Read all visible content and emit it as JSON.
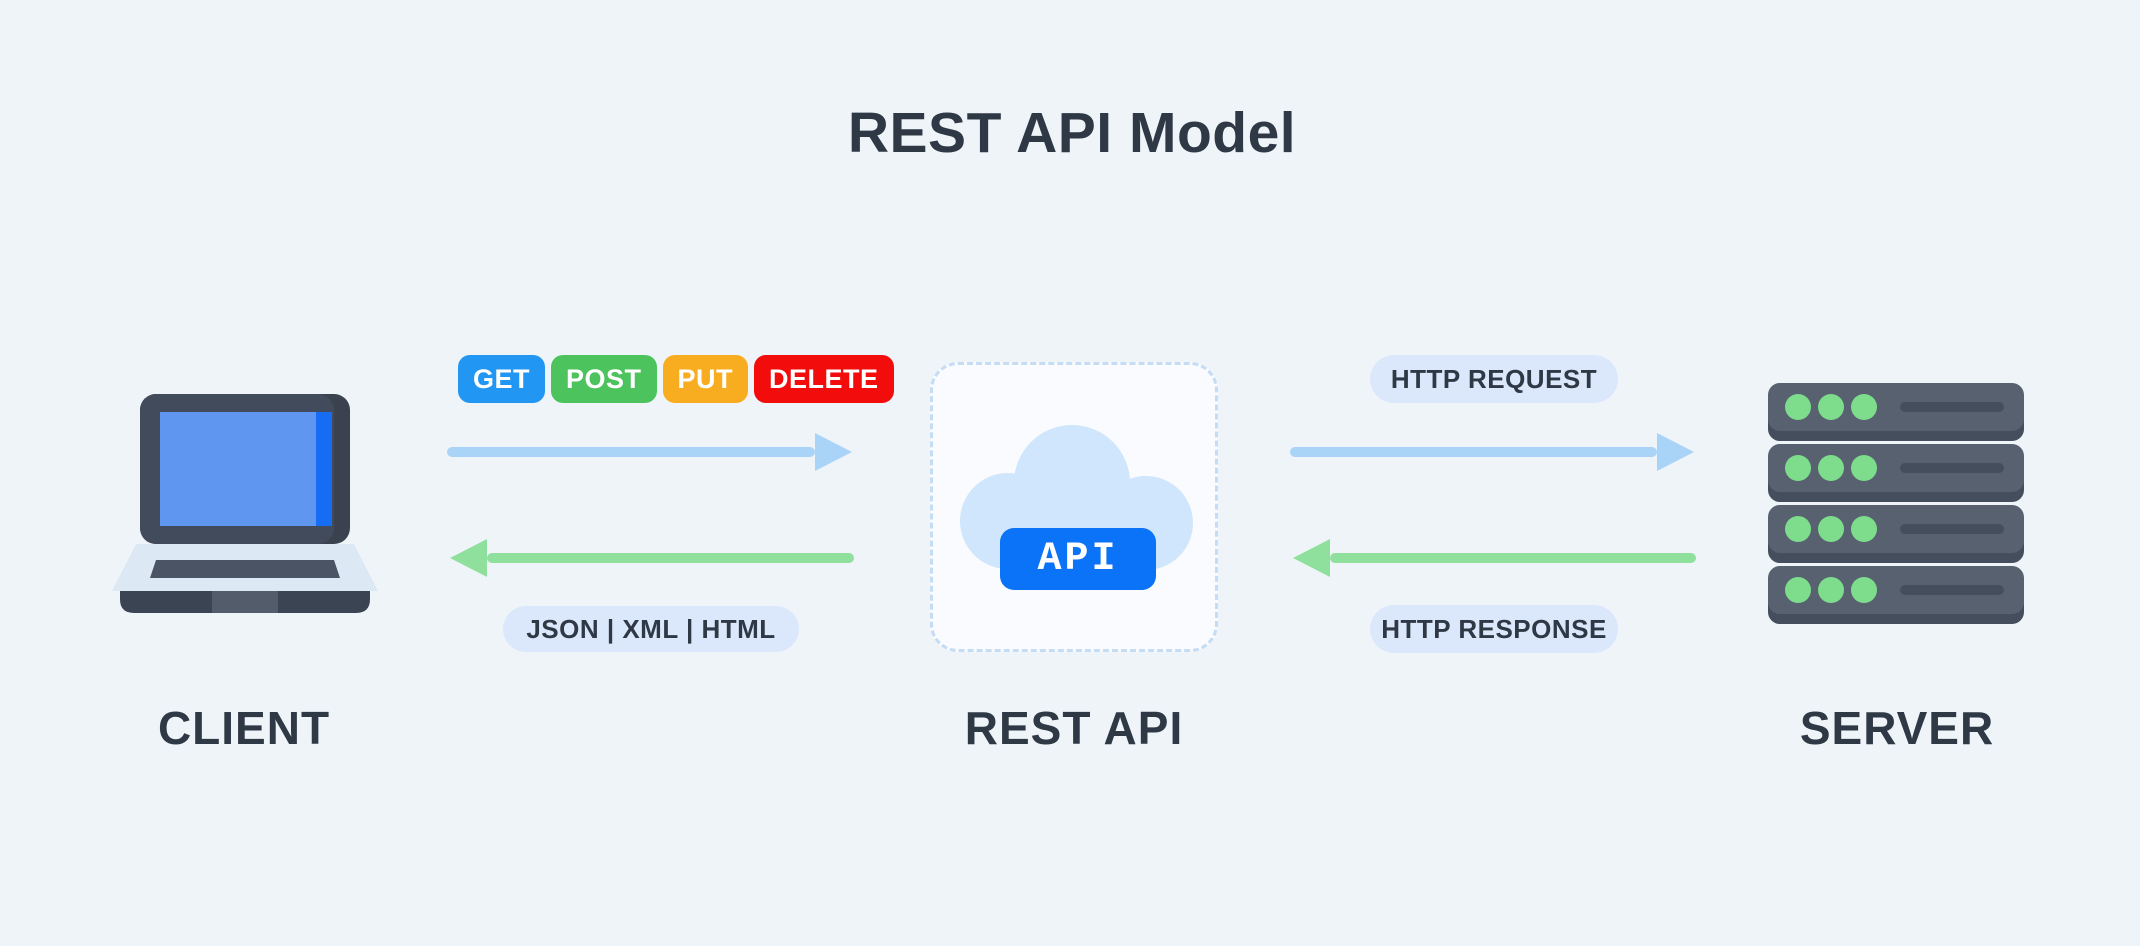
{
  "page": {
    "title": "REST API Model"
  },
  "colors": {
    "bg": "#eff4f9",
    "ink": "#2f3845",
    "pill-bg": "#dbe7fb",
    "arrow-blue": "#aad3f8",
    "arrow-green": "#90e09d",
    "api-blue": "#0b73f7",
    "cloud-blue": "#d0e6fc",
    "box-bg": "#f9fbfe",
    "box-border": "#c5dcf5"
  },
  "nodes": {
    "client": {
      "label": "CLIENT",
      "icon": "laptop-icon"
    },
    "rest_api": {
      "label": "REST API",
      "icon": "cloud-icon",
      "badge": "API"
    },
    "server": {
      "label": "SERVER",
      "icon": "server-icon"
    }
  },
  "flows": {
    "client_to_api": {
      "direction": "right",
      "arrow_color": "#aad3f8",
      "methods": [
        {
          "label": "GET",
          "color": "#2196f3"
        },
        {
          "label": "POST",
          "color": "#4cc35d"
        },
        {
          "label": "PUT",
          "color": "#f8ad21"
        },
        {
          "label": "DELETE",
          "color": "#f20c0c"
        }
      ]
    },
    "api_to_client": {
      "direction": "left",
      "arrow_color": "#90e09d",
      "label": "JSON | XML | HTML"
    },
    "api_to_server": {
      "direction": "right",
      "arrow_color": "#aad3f8",
      "label": "HTTP REQUEST"
    },
    "server_to_api": {
      "direction": "left",
      "arrow_color": "#90e09d",
      "label": "HTTP RESPONSE"
    }
  }
}
